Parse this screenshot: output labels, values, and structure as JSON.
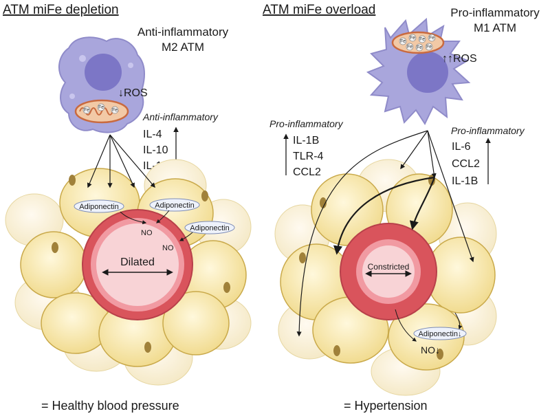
{
  "left_panel": {
    "heading": "ATM miFe depletion",
    "macrophage_label": [
      "Anti-inflammatory",
      "M2 ATM"
    ],
    "ros_label": "↓ROS",
    "fe_tag": "Fe",
    "cytokine_heading": "Anti-inflammatory",
    "cytokines": [
      "IL-4",
      "IL-10",
      "IL-13"
    ],
    "adiponectin_label": "Adiponectin",
    "no_label": "NO",
    "vessel_label": "Dilated",
    "outcome": "= Healthy blood pressure"
  },
  "right_panel": {
    "heading": "ATM miFe overload",
    "macrophage_label": [
      "Pro-inflammatory",
      "M1 ATM"
    ],
    "ros_label": "↑↑ROS",
    "fe_tag": "Fe",
    "left_cytokine_heading": "Pro-inflammatory",
    "left_cytokines": [
      "IL-1B",
      "TLR-4",
      "CCL2"
    ],
    "right_cytokine_heading": "Pro-inflammatory",
    "right_cytokines": [
      "IL-6",
      "CCL2",
      "IL-1B"
    ],
    "adiponectin_label": "Adiponectin↓",
    "no_label": "NO↓",
    "vessel_label": "Constricted",
    "outcome": "= Hypertension"
  },
  "colors": {
    "macrophage": "#a9a6dc",
    "nucleus": "#7c76c6",
    "adipocyte": "#f6e3a0",
    "adipocyte_back": "#faf1d2",
    "vessel_wall": "#d9545c",
    "vessel_lumen": "#f6c9cd",
    "mitochondria": "#c96a3f"
  }
}
